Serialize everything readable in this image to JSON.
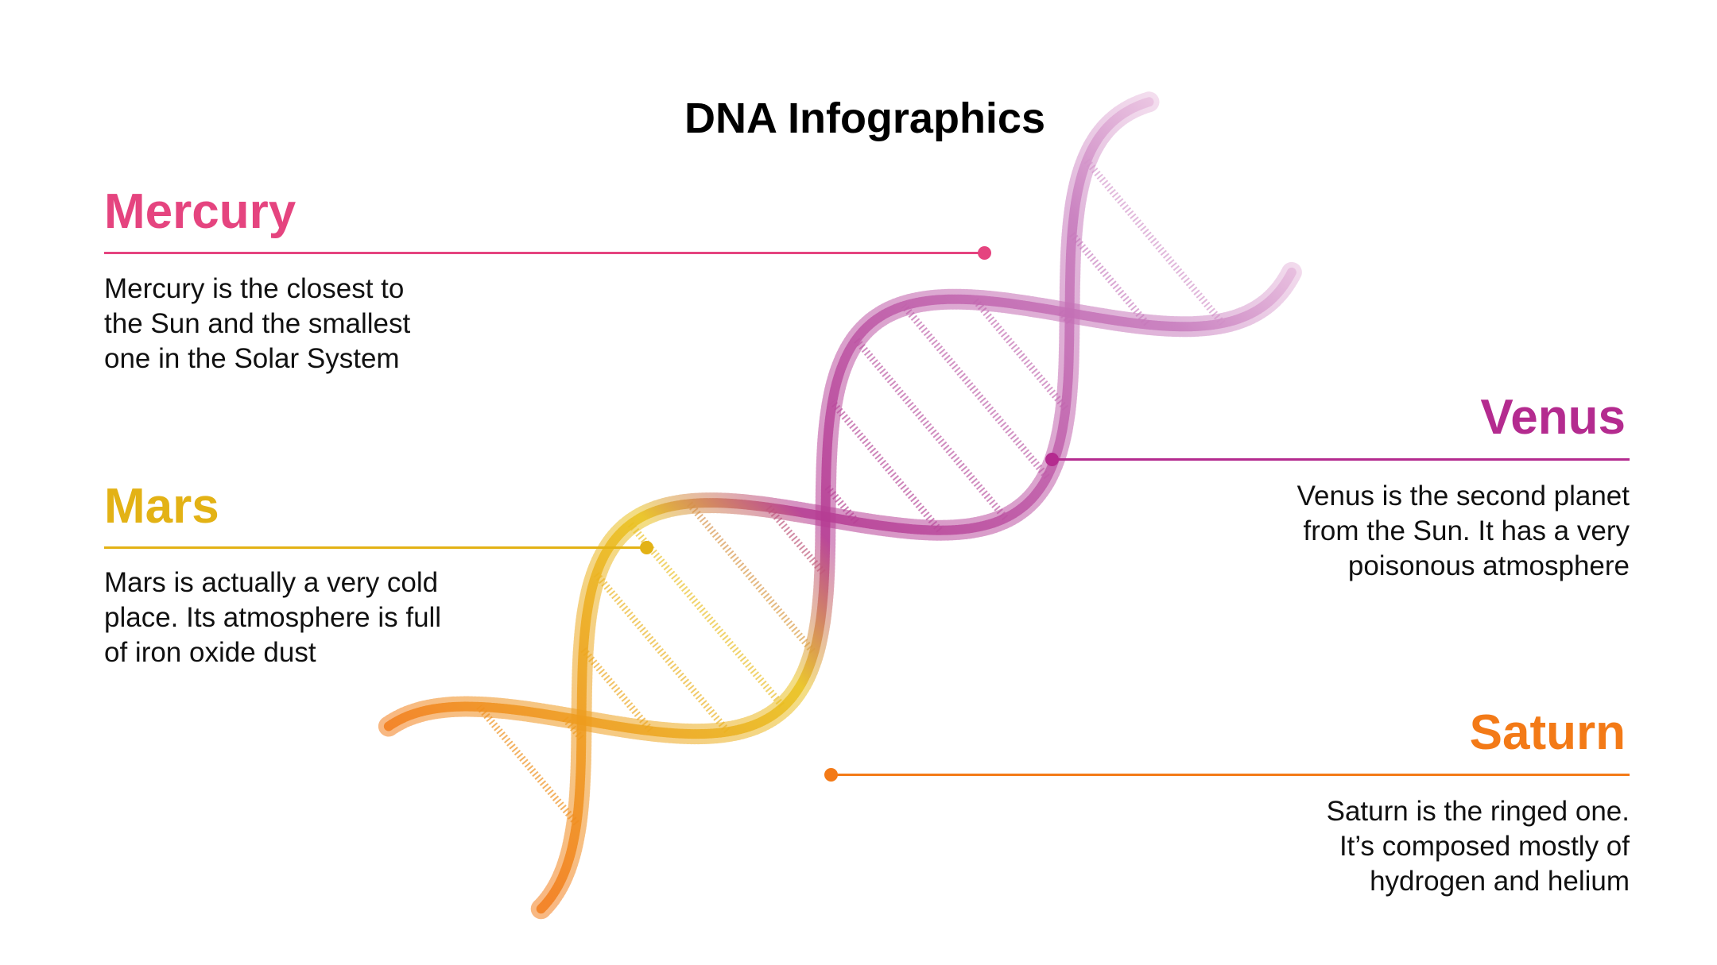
{
  "title": "DNA Infographics",
  "colors": {
    "mercury": "#e5447f",
    "venus": "#b42b8f",
    "mars": "#e3b215",
    "saturn": "#f37a17"
  },
  "items": {
    "mercury": {
      "heading": "Mercury",
      "text": "Mercury is the closest to\nthe Sun and the smallest\none in the Solar System"
    },
    "mars": {
      "heading": "Mars",
      "text": "Mars is actually a very cold\nplace. Its atmosphere is full\nof iron oxide dust"
    },
    "venus": {
      "heading": "Venus",
      "text": "Venus is the second planet\nfrom the Sun. It has a very\npoisonous atmosphere"
    },
    "saturn": {
      "heading": "Saturn",
      "text": "Saturn is the ringed one.\nIt’s composed mostly of\nhydrogen and helium"
    }
  }
}
